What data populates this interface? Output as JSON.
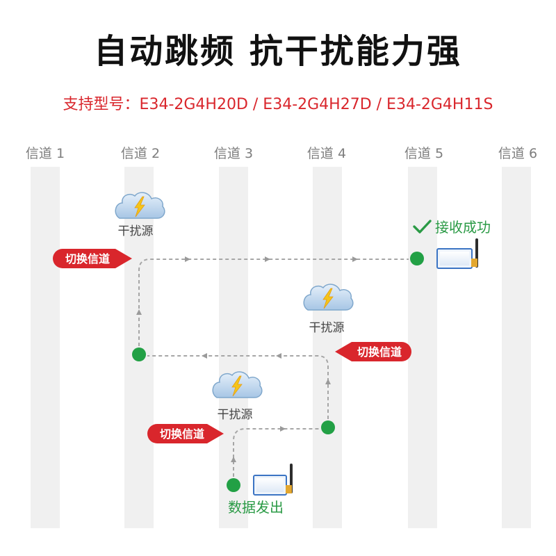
{
  "title": "自动跳频 抗干扰能力强",
  "subtitle": "支持型号：E34-2G4H20D / E34-2G4H27D / E34-2G4H11S",
  "channels": [
    "信道 1",
    "信道 2",
    "信道 3",
    "信道 4",
    "信道 5",
    "信道 6"
  ],
  "interference_sources": [
    {
      "label": "干扰源"
    },
    {
      "label": "干扰源"
    },
    {
      "label": "干扰源"
    }
  ],
  "switch_callouts": [
    "切换信道",
    "切换信道",
    "切换信道"
  ],
  "receiver": {
    "status": "接收成功"
  },
  "sender": {
    "status": "数据发出"
  },
  "icons": {
    "interference": "cloud-lightning-icon",
    "success": "check-icon",
    "device": "radio-module-icon"
  },
  "colors": {
    "brand_red": "#d9262c",
    "node_green": "#22a045",
    "text_green": "#2a9a45",
    "path_gray": "#a6a6a6",
    "column_gray": "#f0f0f0"
  }
}
